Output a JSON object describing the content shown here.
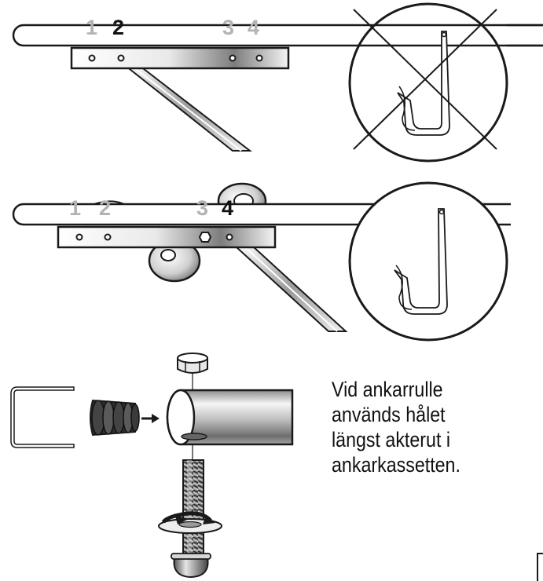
{
  "colors": {
    "rail_fill": "#ffffff",
    "stroke": "#1a1a1a",
    "dim_number": "#b3b3b3",
    "highlight_number": "#111111",
    "metal_light": "#f2f2f2",
    "metal_dark": "#8a8a8a"
  },
  "panel_top": {
    "hole_labels": [
      "1",
      "2",
      "3",
      "4"
    ],
    "selected_hole": "2",
    "status": "incorrect"
  },
  "panel_middle": {
    "hole_labels": [
      "1",
      "2",
      "3",
      "4"
    ],
    "selected_hole": "4",
    "status": "correct"
  },
  "panel_bottom": {
    "caption_lines": [
      "Vid ankarrulle",
      "används hålet",
      "längst akterut i",
      "ankarkassetten."
    ],
    "parts": [
      "u-bracket",
      "threaded-plug",
      "tube",
      "nut",
      "bolt",
      "washer"
    ]
  }
}
